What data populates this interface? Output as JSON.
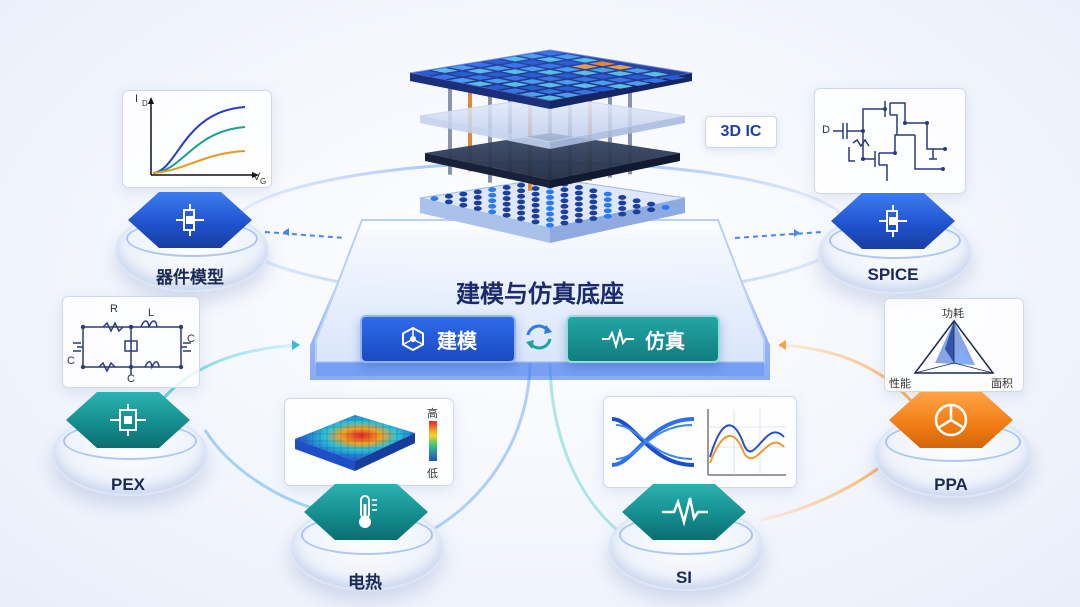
{
  "platform": {
    "title": "建模与仿真底座",
    "model_button": "建模",
    "sim_button": "仿真",
    "sync_icon": "sync-arrows-icon"
  },
  "chip": {
    "tag": "3D IC"
  },
  "nodes": {
    "device": {
      "label": "器件模型",
      "icon": "circuit-icon"
    },
    "spice": {
      "label": "SPICE",
      "icon": "circuit-icon"
    },
    "pex": {
      "label": "PEX",
      "icon": "circuit-icon"
    },
    "thermal": {
      "label": "电热",
      "icon": "thermometer-icon"
    },
    "si": {
      "label": "SI",
      "icon": "waveform-icon"
    },
    "ppa": {
      "label": "PPA",
      "icon": "ppa-wheel-icon"
    }
  },
  "panels": {
    "iv": {
      "y_label": "I",
      "y_sub": "D",
      "x_label": "V",
      "x_sub": "G"
    },
    "pex": {
      "r": "R",
      "l": "L",
      "c_left": "C",
      "c_right": "C",
      "c_bottom": "C"
    },
    "spice": {
      "port": "D"
    },
    "heat": {
      "high": "高",
      "low": "低"
    },
    "ppa": {
      "top": "功耗",
      "left": "性能",
      "right": "面积"
    }
  },
  "colors": {
    "blue": "#1f50cc",
    "teal": "#138a8c",
    "orange": "#f07c13",
    "navy": "#1a2a55"
  }
}
